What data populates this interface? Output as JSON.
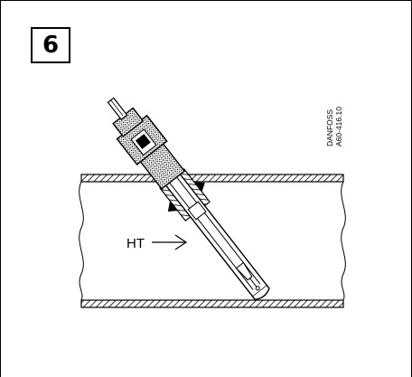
{
  "figure": {
    "step_number": "6",
    "flow_label": "HT",
    "reference_code": {
      "line1": "DANFOSS",
      "line2": "A60-416.10"
    }
  }
}
